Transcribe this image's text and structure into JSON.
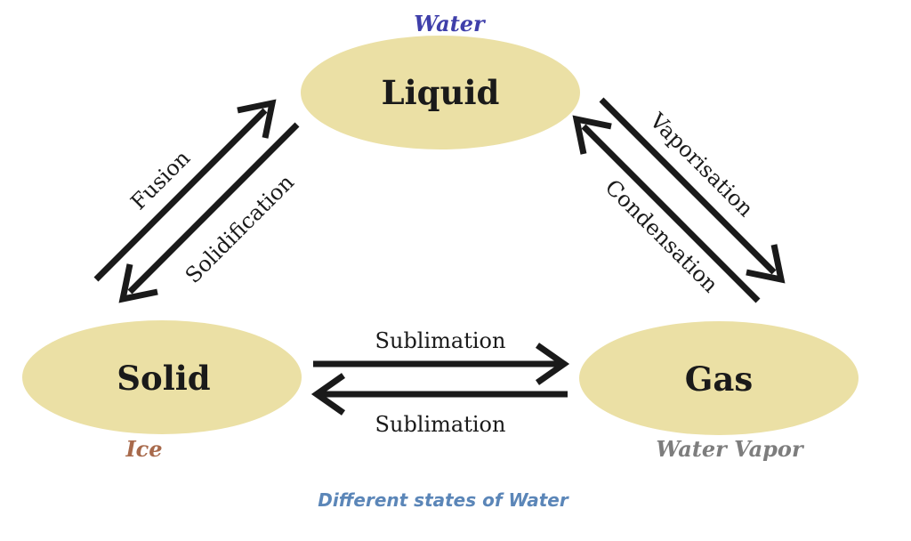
{
  "nodes": {
    "liquid": {
      "label": "Liquid",
      "note": "Water"
    },
    "solid": {
      "label": "Solid",
      "note": "Ice"
    },
    "gas": {
      "label": "Gas",
      "note": "Water Vapor"
    }
  },
  "edges": {
    "fusion": "Fusion",
    "solidification": "Solidification",
    "vaporisation": "Vaporisation",
    "condensation": "Condensation",
    "sublimation_forward": "Sublimation",
    "sublimation_reverse": "Sublimation"
  },
  "caption": "Different states of Water",
  "colors": {
    "node_fill": "#ebe0a5",
    "water_note": "#3f3faa",
    "ice_note": "#a86a4c",
    "vapor_note": "#7d7d7d",
    "caption": "#5b86b8"
  }
}
